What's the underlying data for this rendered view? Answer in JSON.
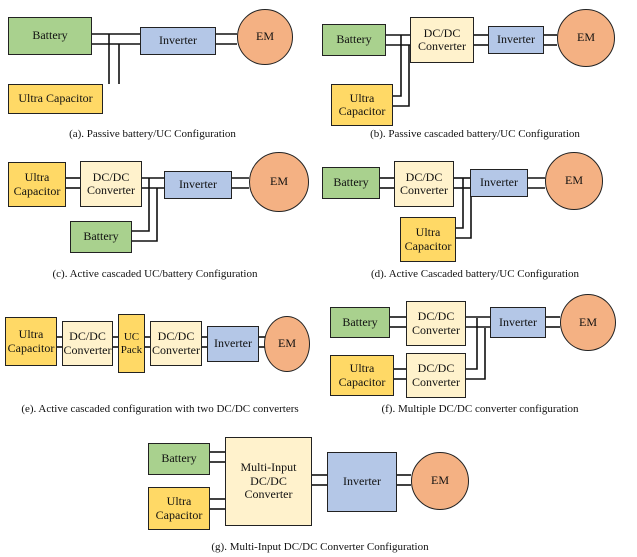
{
  "colors": {
    "battery": "#a9d18e",
    "ultra_capacitor": "#ffd966",
    "converter": "#fff2cc",
    "inverter": "#b4c7e7",
    "em": "#f4b183",
    "wire": "#111111",
    "border": "#222222"
  },
  "diagrams": {
    "a": {
      "caption": "(a). Passive battery/UC Configuration",
      "battery": "Battery",
      "ultra_capacitor": "Ultra Capacitor",
      "inverter": "Inverter",
      "em": "EM"
    },
    "b": {
      "caption": "(b). Passive cascaded battery/UC Configuration",
      "battery": "Battery",
      "dcdc_converter": "DC/DC Converter",
      "inverter": "Inverter",
      "em": "EM",
      "ultra_capacitor": "Ultra Capacitor"
    },
    "c": {
      "caption": "(c). Active cascaded UC/battery Configuration",
      "ultra_capacitor": "Ultra Capacitor",
      "dcdc_converter": "DC/DC Converter",
      "inverter": "Inverter",
      "em": "EM",
      "battery": "Battery"
    },
    "d": {
      "caption": "(d). Active Cascaded battery/UC Configuration",
      "battery": "Battery",
      "dcdc_converter": "DC/DC Converter",
      "inverter": "Inverter",
      "em": "EM",
      "ultra_capacitor": "Ultra Capacitor"
    },
    "e": {
      "caption": "(e). Active cascaded configuration with two DC/DC converters",
      "ultra_capacitor": "Ultra Capacitor",
      "dcdc_converter_1": "DC/DC Converter",
      "uc_pack": "UC Pack",
      "dcdc_converter_2": "DC/DC Converter",
      "inverter": "Inverter",
      "em": "EM"
    },
    "f": {
      "caption": "(f). Multiple DC/DC converter configuration",
      "battery": "Battery",
      "dcdc_converter_1": "DC/DC Converter",
      "inverter": "Inverter",
      "em": "EM",
      "ultra_capacitor": "Ultra Capacitor",
      "dcdc_converter_2": "DC/DC Converter"
    },
    "g": {
      "caption": "(g). Multi-Input DC/DC Converter Configuration",
      "battery": "Battery",
      "ultra_capacitor": "Ultra Capacitor",
      "multi_input_dcdc": "Multi-Input DC/DC Converter",
      "inverter": "Inverter",
      "em": "EM"
    }
  }
}
